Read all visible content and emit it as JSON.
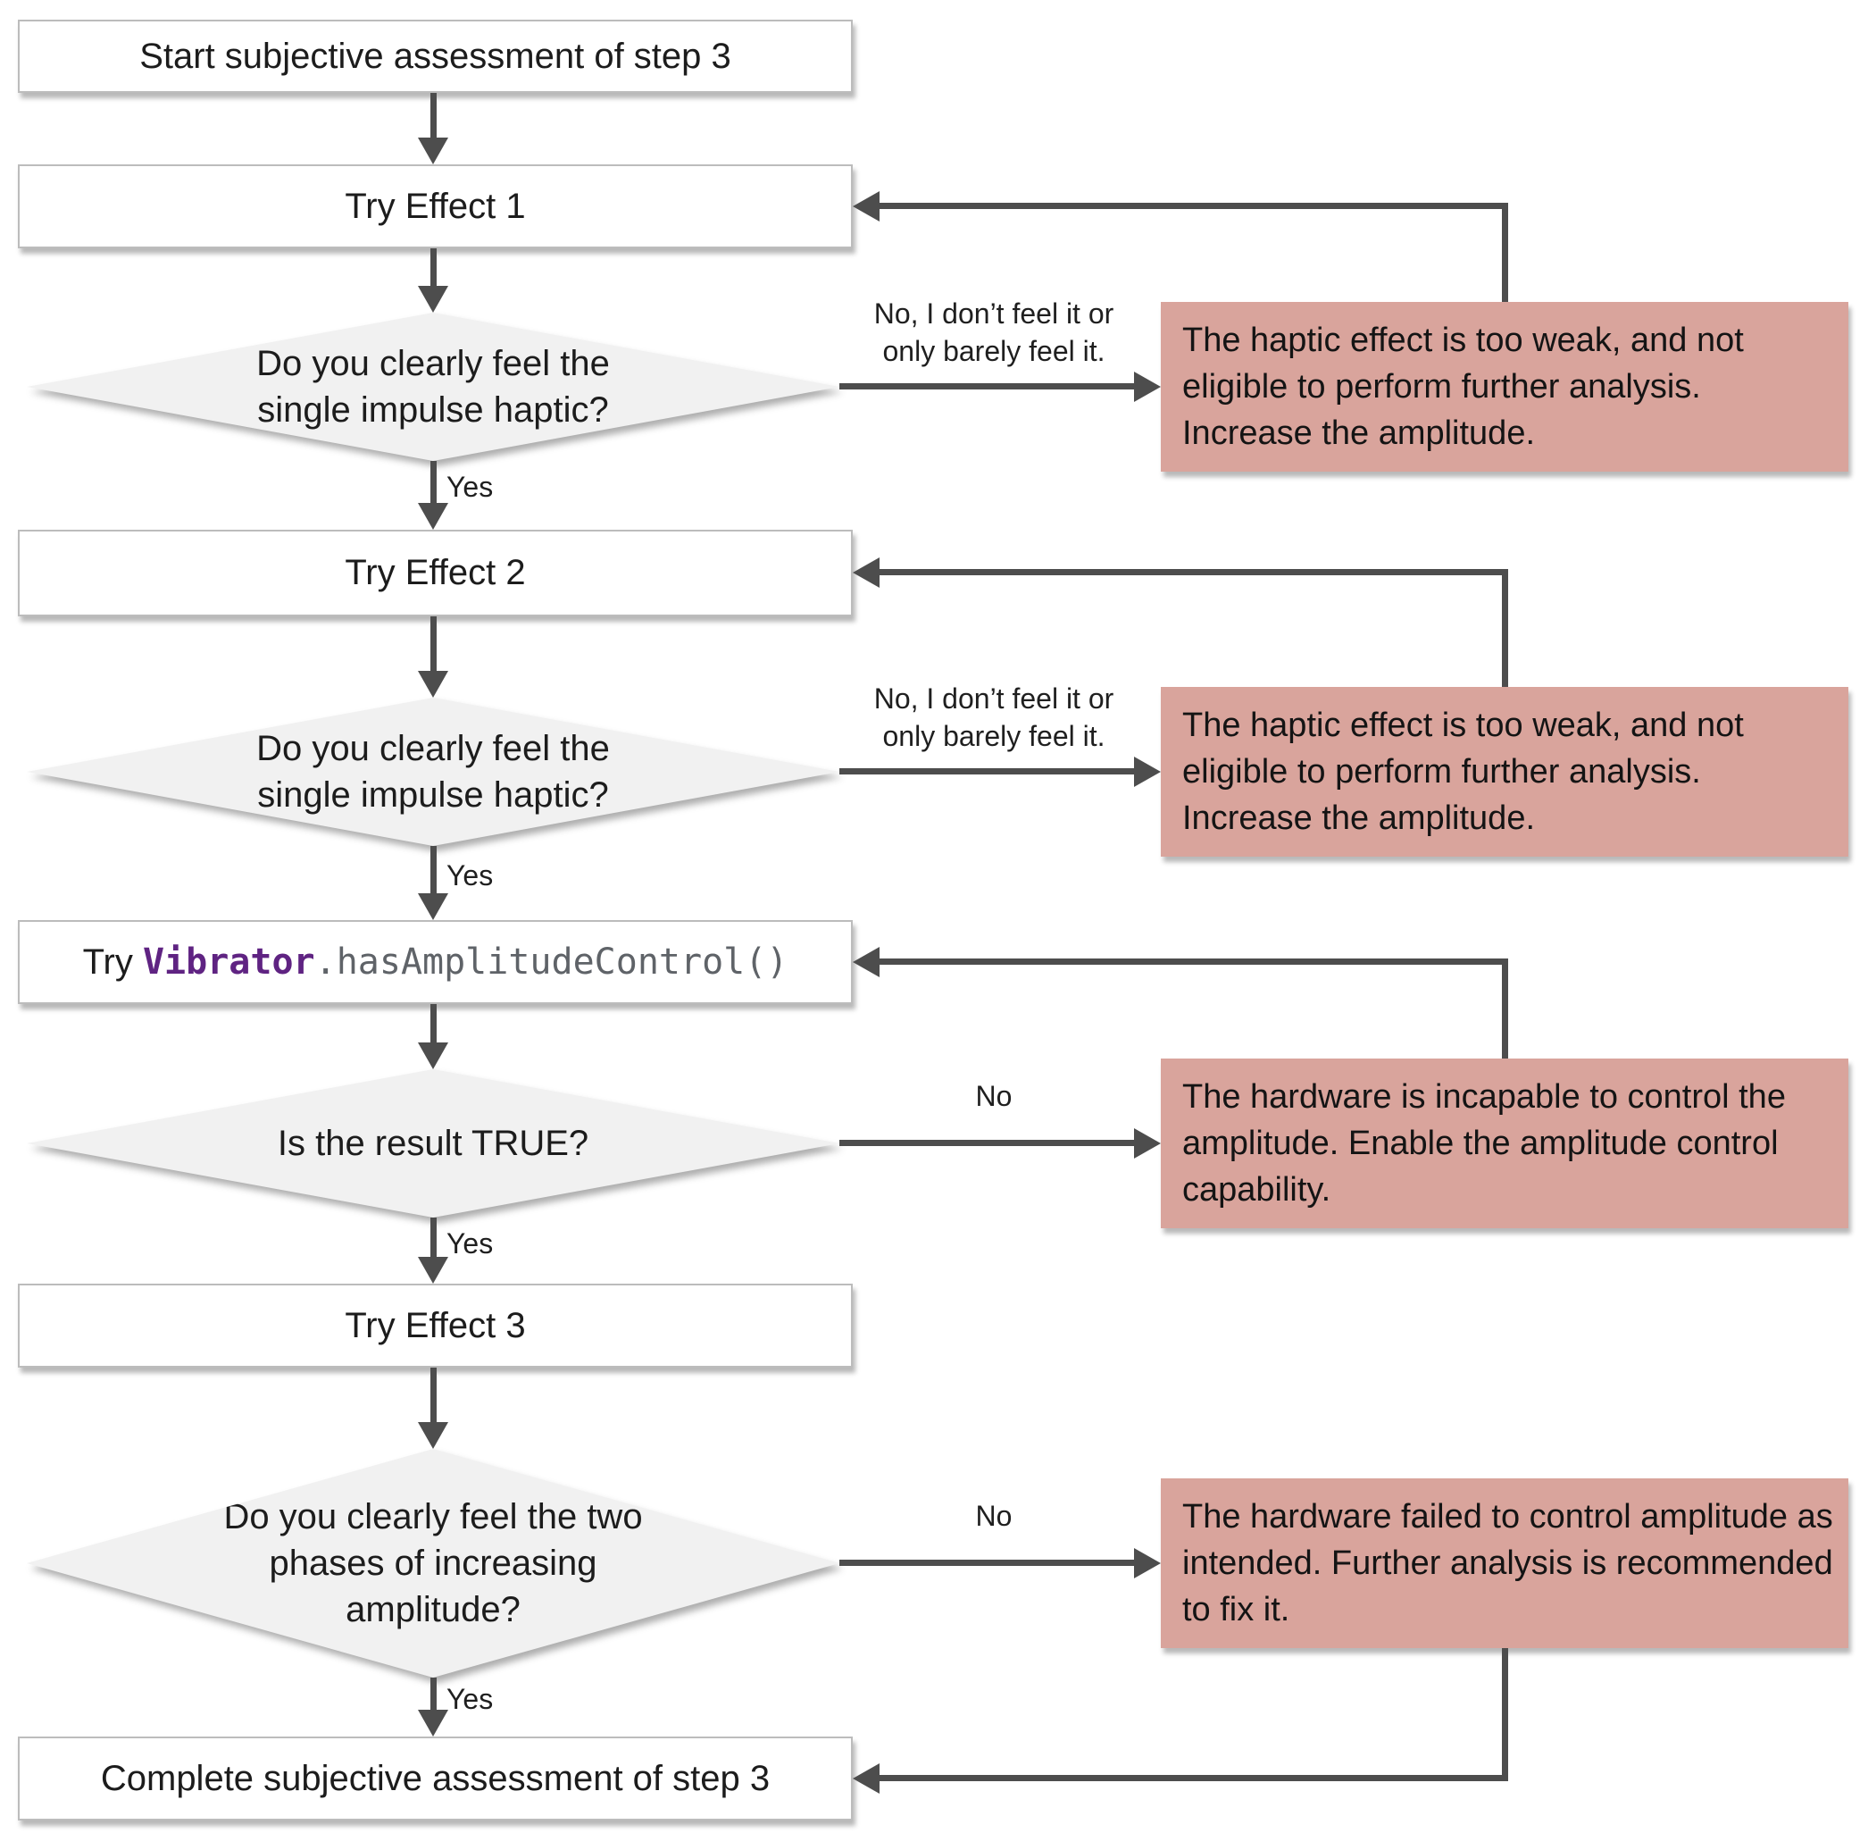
{
  "colors": {
    "connector": "#4d4d4d",
    "process_fill": "#ffffff",
    "process_border": "#bcbcbc",
    "decision_fill": "#f1f1f1",
    "alert_fill": "#d9a49c",
    "text": "#1c1c1c",
    "code_class": "#5f2382",
    "code_member": "#5f6368"
  },
  "nodes": {
    "start": "Start subjective assessment of step 3",
    "try_effect_1": "Try Effect 1",
    "decision_feel_1": "Do you clearly feel the\nsingle impulse haptic?",
    "try_effect_2": "Try Effect 2",
    "decision_feel_2": "Do you clearly feel the\nsingle impulse haptic?",
    "api_call": {
      "prefix": "Try ",
      "class_name": "Vibrator",
      "member": ".hasAmplitudeControl()"
    },
    "decision_result": "Is the result TRUE?",
    "try_effect_3": "Try Effect 3",
    "decision_two_phases": "Do you clearly feel the two\nphases of increasing\namplitude?",
    "complete": "Complete subjective assessment of step 3"
  },
  "alerts": {
    "too_weak_1": "The haptic effect is too weak, and not\neligible to perform further analysis.\nIncrease the amplitude.",
    "too_weak_2": "The haptic effect is too weak, and not\neligible to perform further analysis.\nIncrease the amplitude.",
    "incapable": "The hardware is incapable to control the\namplitude. Enable the amplitude control\ncapability.",
    "failed": "The hardware failed to control amplitude as\nintended. Further analysis is recommended\nto fix it."
  },
  "edge_labels": {
    "no_feel_1": "No, I don’t feel it or\nonly barely feel it.",
    "no_feel_2": "No, I don’t feel it or\nonly barely feel it.",
    "no_1": "No",
    "no_2": "No",
    "yes_1": "Yes",
    "yes_2": "Yes",
    "yes_3": "Yes",
    "yes_4": "Yes"
  }
}
